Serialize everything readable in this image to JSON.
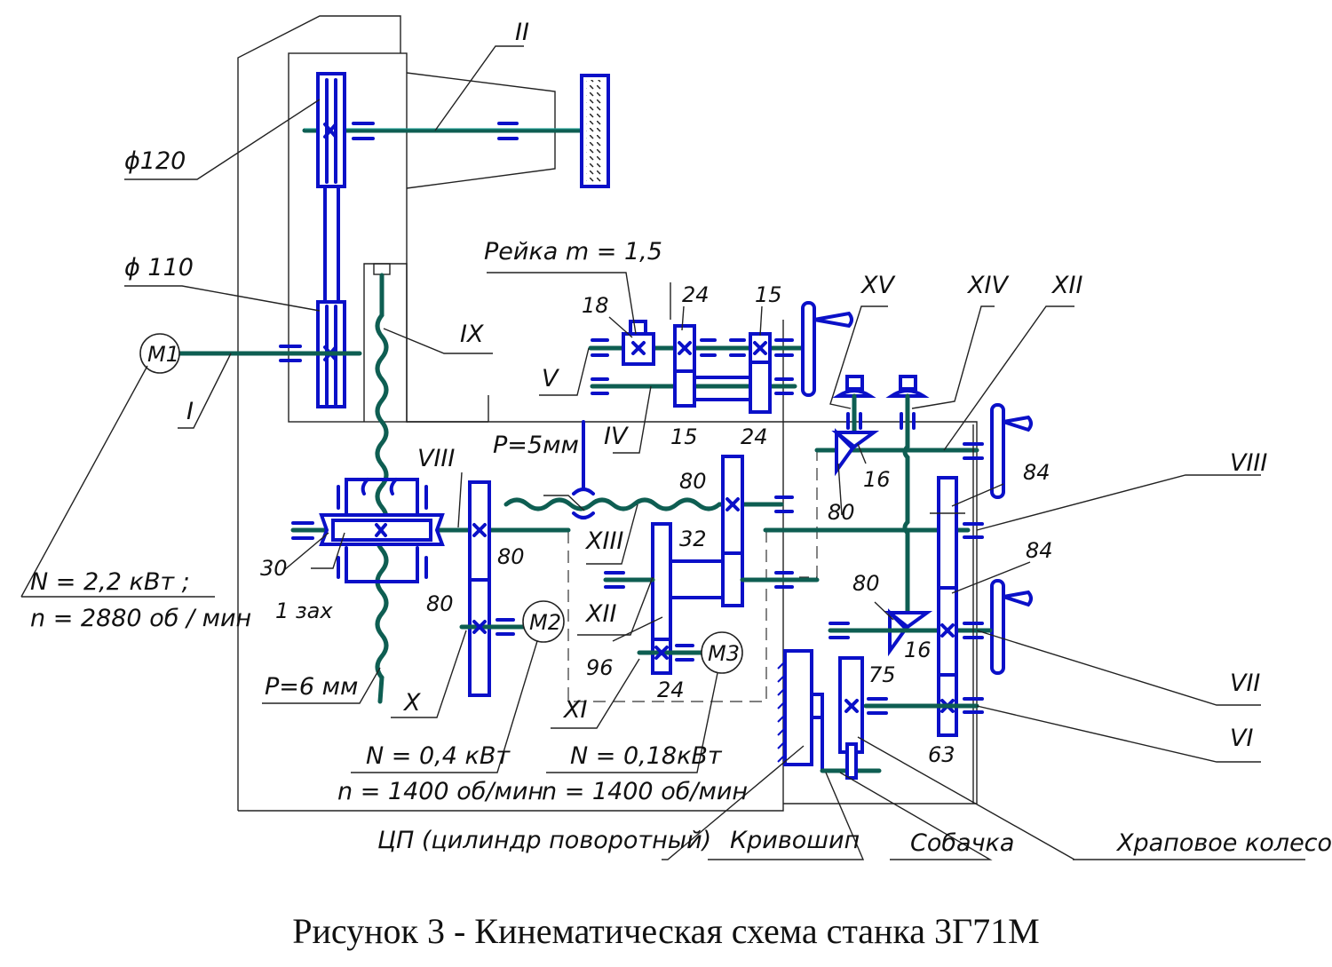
{
  "caption": "Рисунок 3 -  Кинематическая схема станка 3Г71М",
  "colors": {
    "shaft": "#0e5e52",
    "gear": "#0a10c8",
    "frame": "#222222",
    "background": "#ffffff"
  },
  "shafts": {
    "I": "I",
    "II": "II",
    "IV": "IV",
    "V": "V",
    "VI": "VI",
    "VII": "VII",
    "VIII_left": "VIII",
    "VIII_right": "VIII",
    "IX": "IX",
    "X": "X",
    "XI": "XI",
    "XII_left": "XII",
    "XII_right": "XII",
    "XIII": "XIII",
    "XIV": "XIV",
    "XV": "XV"
  },
  "pulleys": {
    "upper": "ϕ120",
    "lower": "ϕ 110"
  },
  "motors": [
    {
      "id": "M1",
      "power": "N = 2,2  кВт ;",
      "speed": "n = 2880 об / мин"
    },
    {
      "id": "M2",
      "power": "N = 0,4  кВт",
      "speed": "n = 1400 об/мин"
    },
    {
      "id": "M3",
      "power": "N = 0,18кВт",
      "speed": "n = 1400  об/мин"
    }
  ],
  "annotations": {
    "rack": "Рейка m = 1,5",
    "screw_p5": "P=5мм",
    "screw_p6": "P=6   мм",
    "worm_starts": "1 зах",
    "worm_wheel": "30"
  },
  "gear_teeth": {
    "z18": "18",
    "z24_top": "24",
    "z15_top": "15",
    "z15_bottom": "15",
    "z24_bottom": "24",
    "z80_wheel_upper": "80",
    "z80_wheel_lower": "80",
    "z80_xiii": "80",
    "z32": "32",
    "z96": "96",
    "z24_m3": "24",
    "z80_bevel_top": "80",
    "z16_bevel_top": "16",
    "z80_bevel_bottom": "80",
    "z16_bevel_bottom": "16",
    "z84_top": "84",
    "z84_mid": "84",
    "z63": "63",
    "z75": "75"
  },
  "parts": {
    "rotary_cylinder": "ЦП (цилиндр поворотный)",
    "crank": "Кривошип",
    "pawl": "Собачка",
    "ratchet": "Храповое колесо"
  }
}
